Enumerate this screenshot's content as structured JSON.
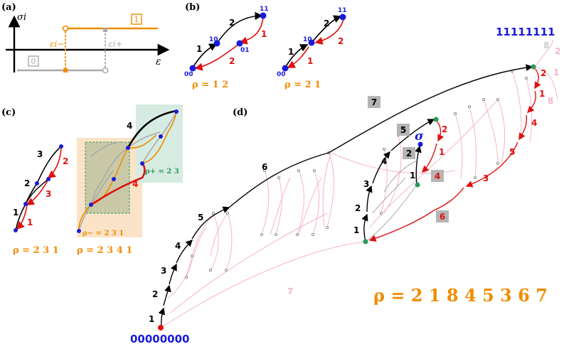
{
  "panels": {
    "a": "(a)",
    "b": "(b)",
    "c": "(c)",
    "d": "(d)"
  },
  "panel_a": {
    "y_axis": "σi",
    "x_axis": "ε",
    "state_one": "1",
    "state_zero": "0",
    "eps_minus": "εi−",
    "eps_plus": "εi+"
  },
  "panel_b": {
    "left": {
      "states": [
        "00",
        "10",
        "01",
        "11"
      ],
      "edge_labels": [
        "1",
        "2",
        "1",
        "2"
      ],
      "rho": "ρ = 1 2"
    },
    "right": {
      "states": [
        "00",
        "10",
        "11"
      ],
      "edge_labels": [
        "1",
        "2",
        "2",
        "1"
      ],
      "rho": "ρ = 2 1"
    }
  },
  "panel_c": {
    "left": {
      "edge_labels": [
        "1",
        "2",
        "3",
        "2",
        "3",
        "1"
      ],
      "rho": "ρ = 2 3 1"
    },
    "right": {
      "edge_labels": [
        "4",
        "4"
      ],
      "rho": "ρ = 2 3 4 1",
      "rho_minus": "ρ− = 2 3 1",
      "rho_plus": "ρ+ = 2 3"
    }
  },
  "panel_d": {
    "start_state": "00000000",
    "end_state": "11111111",
    "sigma": "σ",
    "up_labels": [
      "1",
      "2",
      "3",
      "4",
      "5",
      "6",
      "7"
    ],
    "inner_up_labels": [
      "1",
      "2",
      "3",
      "4"
    ],
    "down_labels": [
      "2",
      "1",
      "4",
      "5",
      "3"
    ],
    "inner_down_labels": [
      "2",
      "1"
    ],
    "boxed_labels": [
      "7",
      "5",
      "2",
      "4",
      "6"
    ],
    "faint_labels": [
      "8",
      "2",
      "1",
      "8",
      "7"
    ],
    "rho": "ρ = 2 1 8 4 5 3 6 7"
  },
  "colors": {
    "blue": "#1a1adb",
    "red": "#e01010",
    "orange": "#f08c00",
    "green": "#2a9a5a",
    "pink": "#f3b5c8",
    "gray": "#aaaaaa",
    "box_gray": "#b5b5b5",
    "orange_bg": "#fbe3c8",
    "green_bg": "#d6ebe2",
    "olive_bg": "#c9c9a7"
  }
}
